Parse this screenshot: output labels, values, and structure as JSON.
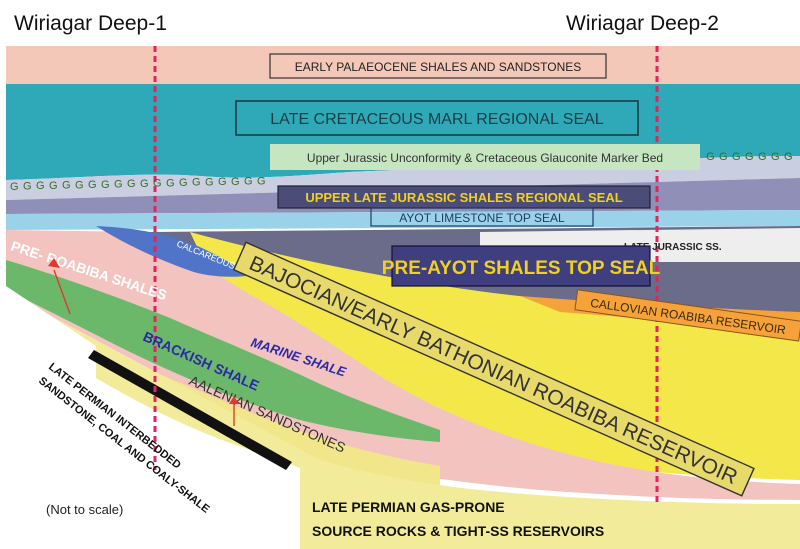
{
  "wells": {
    "left": "Wiriagar Deep-1",
    "right": "Wiriagar Deep-2"
  },
  "labels": {
    "palaeocene": "EARLY PALAEOCENE SHALES AND SANDSTONES",
    "marl_seal": "LATE CRETACEOUS MARL REGIONAL SEAL",
    "unconformity": "Upper Jurassic Unconformity & Cretaceous Glauconite Marker Bed",
    "glauconite_mark": "G",
    "upper_jurassic_seal": "UPPER LATE JURASSIC SHALES REGIONAL SEAL",
    "ayot_seal": "AYOT LIMESTONE TOP SEAL",
    "late_jurassic_ss": "LATE JURASSIC SS.",
    "pre_ayot": "PRE-AYOT SHALES TOP SEAL",
    "calcareous": "CALCAREOUS JURASSIC SHALE",
    "pre_roabiba": "PRE- ROABIBA SHALES",
    "bajocian": "BAJOCIAN/EARLY BATHONIAN ROABIBA RESERVOIR",
    "callovian": "CALLOVIAN ROABIBA RESERVOIR",
    "brackish": "BRACKISH SHALE",
    "marine": "MARINE SHALE",
    "aalenian": "AALENIAN SANDSTONES",
    "late_permian_1": "LATE PERMIAN INTERBEDDED",
    "late_permian_2": "SANDSTONE, COAL AND COALY-SHALE",
    "not_to_scale": "(Not to scale)",
    "source_1": "LATE PERMIAN GAS-PRONE",
    "source_2": "SOURCE ROCKS & TIGHT-SS RESERVOIRS"
  },
  "colors": {
    "palaeocene": "#f3c8b8",
    "marl": "#2fa9b8",
    "glauconite_zone": "#c9cfe0",
    "upper_jurassic": "#8f8fb8",
    "ayot": "#9ad2ea",
    "pre_ayot": "#6b6b8a",
    "bajocian": "#f4e74a",
    "calcareous": "#4f74c8",
    "pink_shale": "#f3c3c0",
    "green_shale": "#6cb86a",
    "callovian": "#f5a23a",
    "well_line": "#e0245e",
    "brackish_text": "#2a2aa8",
    "seal_box_text": "#f0d020"
  }
}
